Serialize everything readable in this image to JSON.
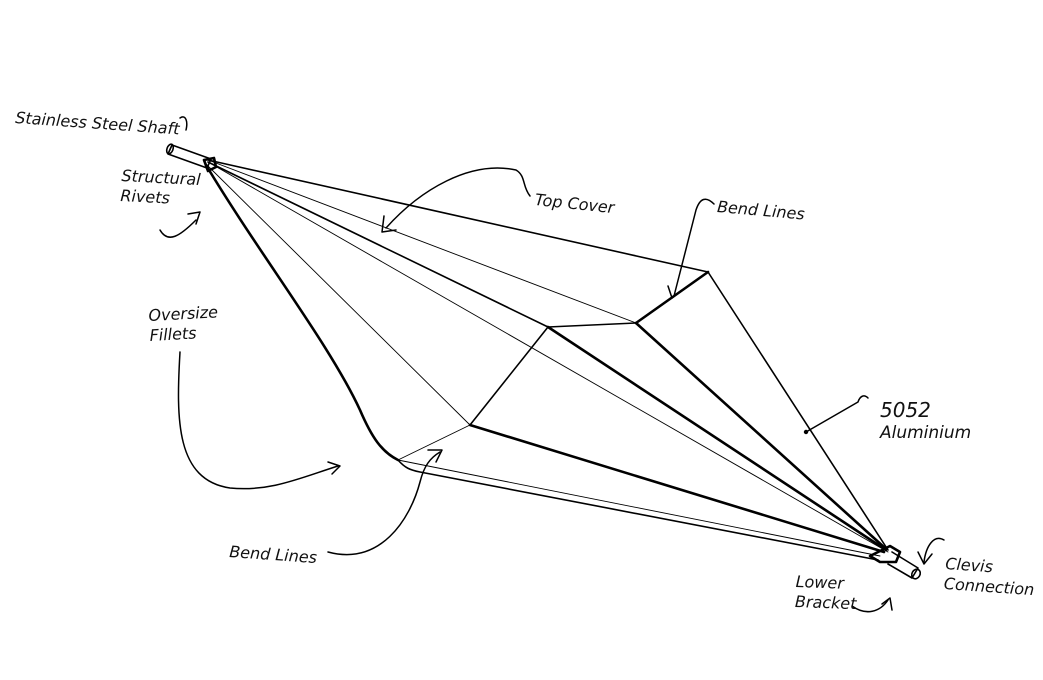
{
  "labels": {
    "stainless_steel_shaft": "Stainless Steel Shaft",
    "structural_rivets_line1": "Structural",
    "structural_rivets_line2": "Rivets",
    "top_cover": "Top Cover",
    "bend_lines_top": "Bend Lines",
    "oversize_fillets_line1": "Oversize",
    "oversize_fillets_line2": "Fillets",
    "aluminium_line1": "5052",
    "aluminium_line2": "Aluminium",
    "bend_lines_bottom": "Bend Lines",
    "lower_bracket_line1": "Lower",
    "lower_bracket_line2": "Bracket",
    "clevis_line1": "Clevis",
    "clevis_line2": "Connection"
  },
  "colors": {
    "ink": "#111111",
    "background": "#ffffff"
  }
}
